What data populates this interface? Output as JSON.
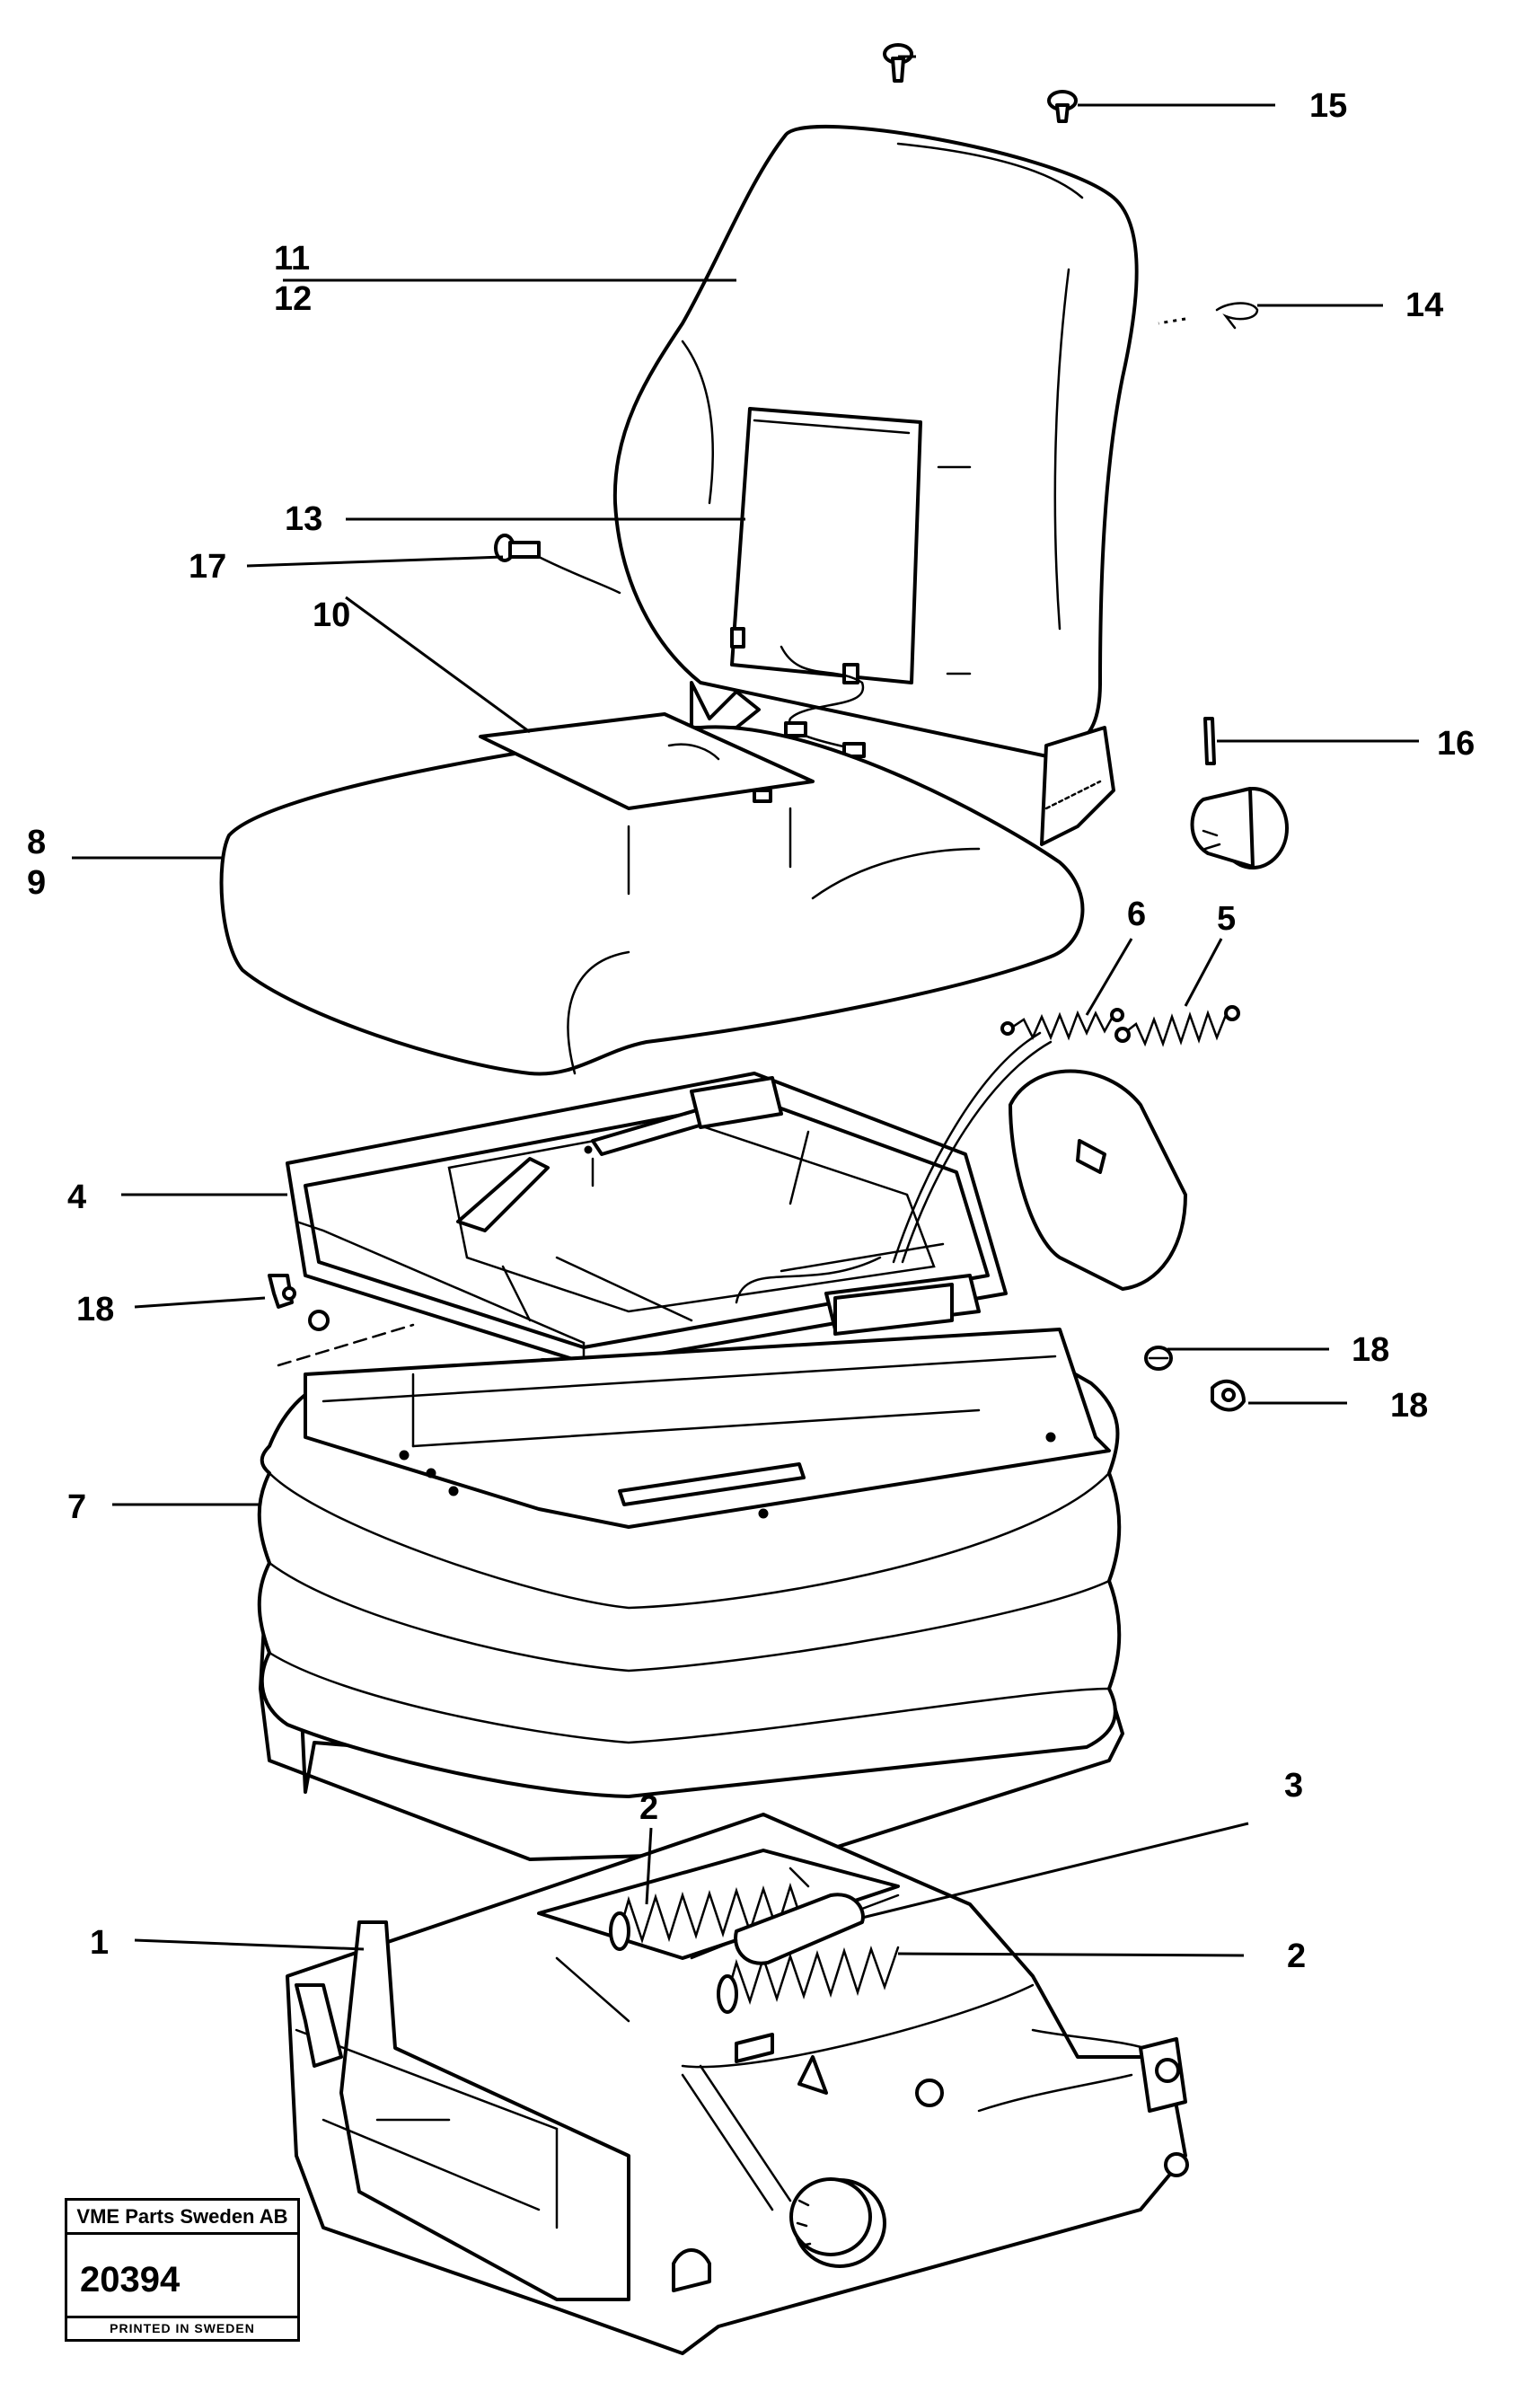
{
  "diagram": {
    "callouts": {
      "c1": "1",
      "c2a": "2",
      "c2b": "2",
      "c3": "3",
      "c4": "4",
      "c5": "5",
      "c6": "6",
      "c7": "7",
      "c8": "8",
      "c9": "9",
      "c10": "10",
      "c11": "11",
      "c12": "12",
      "c13": "13",
      "c14": "14",
      "c15": "15",
      "c16": "16",
      "c17": "17",
      "c18a": "18",
      "c18b": "18",
      "c18c": "18"
    }
  },
  "stamp": {
    "company": "VME Parts Sweden AB",
    "number": "20394",
    "printed": "PRINTED IN SWEDEN"
  }
}
